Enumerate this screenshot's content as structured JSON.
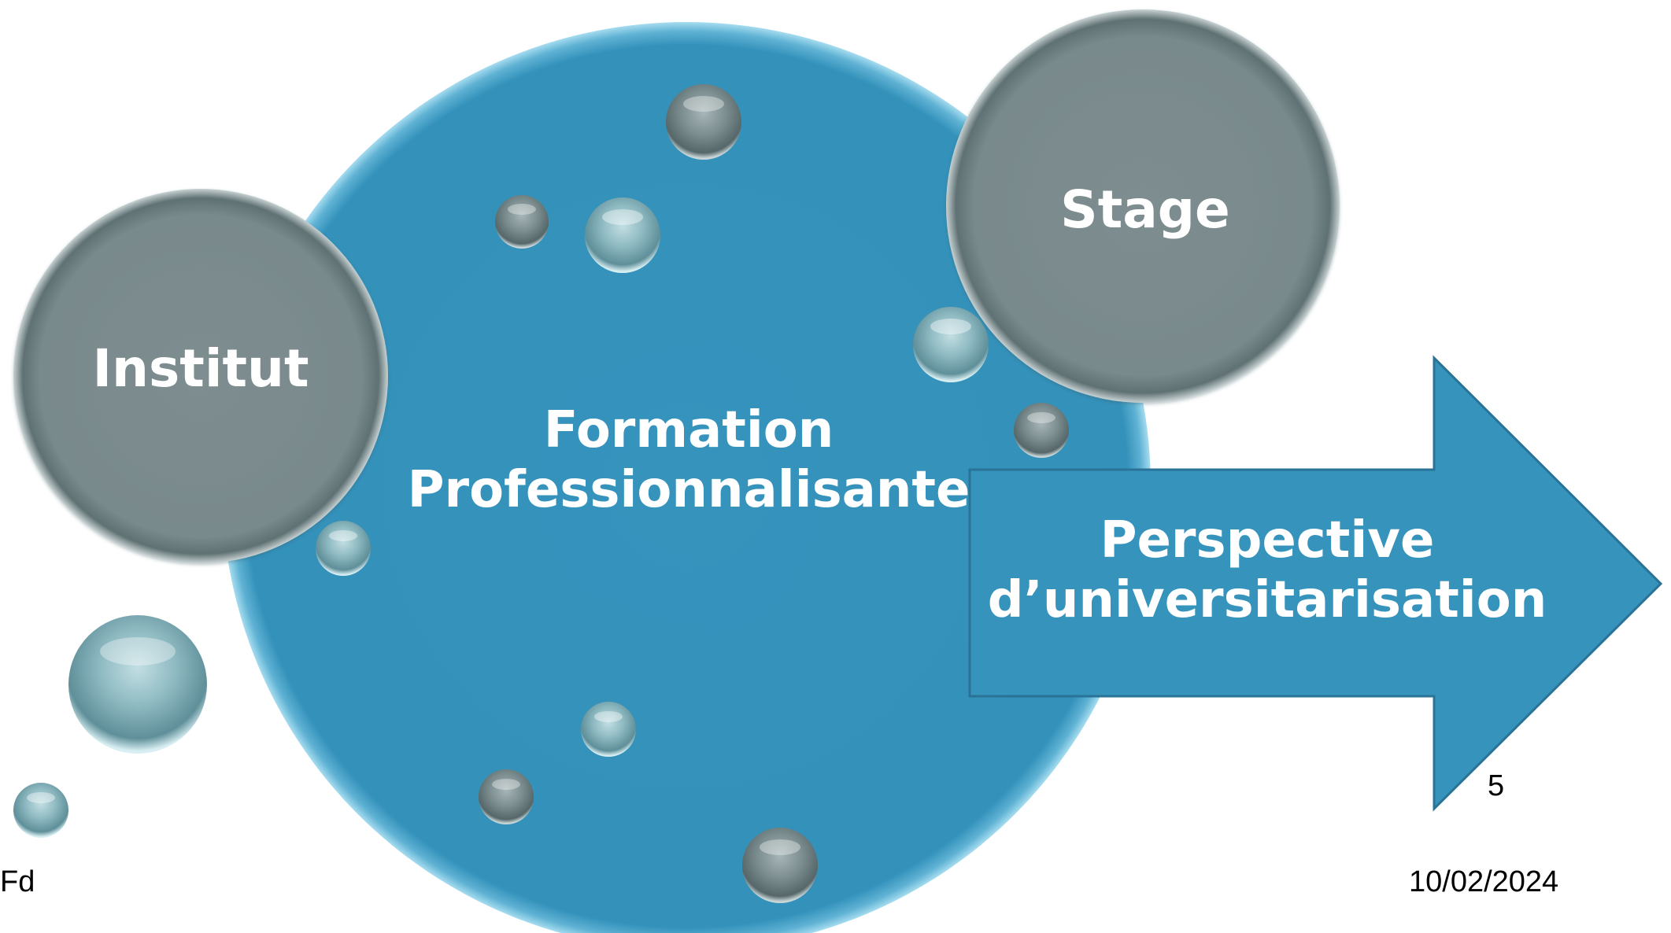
{
  "diagram": {
    "central": "Formation Professionnalisante",
    "central_lines": [
      "Formation",
      "Professionnalisante"
    ],
    "left_node": "Institut",
    "top_right_node": "Stage",
    "arrow": "Perspective d’universitarisation",
    "arrow_lines": [
      "Perspective",
      "d’universitarisation"
    ]
  },
  "footer": {
    "left": "Fd",
    "right": "10/02/2024",
    "slide_number": "5"
  },
  "colors": {
    "central_fill": "#3593bc",
    "node_fill": "#7a8a8c",
    "arrow_fill": "#3593bc",
    "arrow_stroke": "#2a7396",
    "text": "#ffffff"
  }
}
